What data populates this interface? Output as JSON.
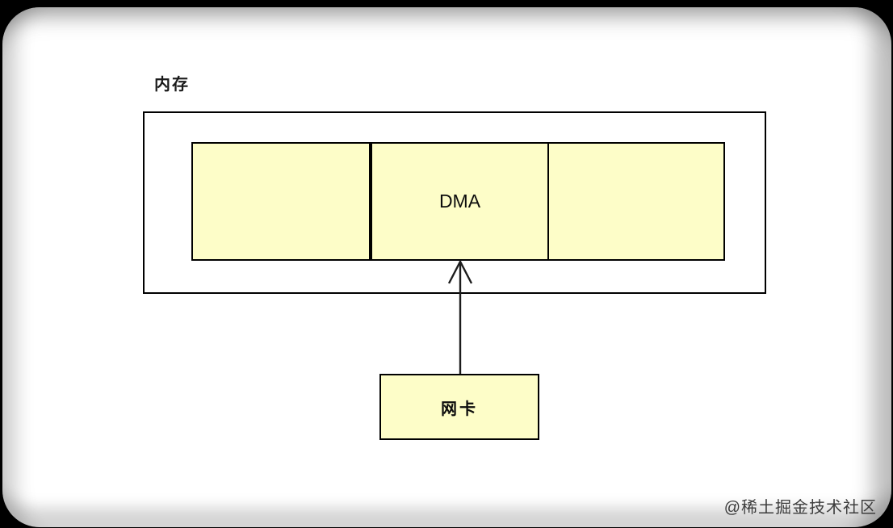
{
  "diagram": {
    "memory": {
      "label": "内存"
    },
    "memory_segments": [
      {
        "label": ""
      },
      {
        "label": "DMA"
      },
      {
        "label": ""
      }
    ],
    "nic": {
      "label": "网卡"
    },
    "arrow": {
      "direction": "up"
    }
  },
  "watermark": {
    "text": "@稀土掘金技术社区"
  },
  "colors": {
    "segment_fill": "#fdfdc8",
    "line": "#000000",
    "canvas_background": "#ffffff",
    "frame": "#000000",
    "watermark_text": "#3d3d3d"
  }
}
